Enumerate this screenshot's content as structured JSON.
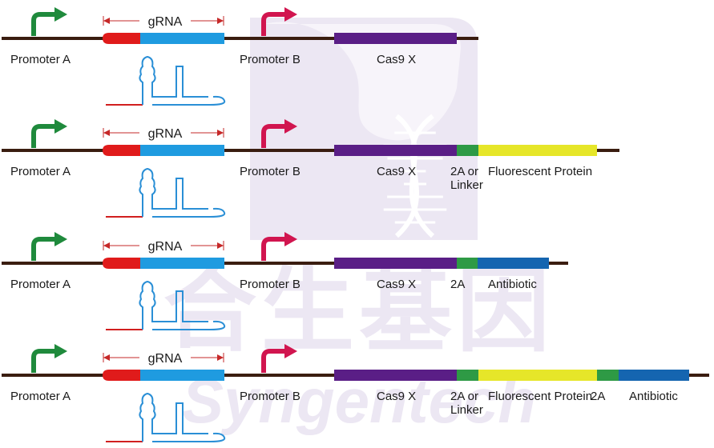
{
  "colors": {
    "backbone": "#3a1d10",
    "promoter_a_arrow": "#1f8a3c",
    "promoter_b_arrow": "#d1154f",
    "grna_spacer": "#e01b1b",
    "grna_scaffold": "#1f9be0",
    "grna_dimension": "#c62828",
    "cas9": "#5a1e86",
    "linker_2a": "#2e9a45",
    "fluorescent": "#e6e629",
    "antibiotic": "#1565b0",
    "structure_line": "#2a8fd6",
    "structure_tail": "#d11f1f",
    "watermark": "#ece7f3"
  },
  "watermark": {
    "chinese": "合生基因",
    "latin": "Syngentech"
  },
  "constructs": [
    {
      "grna_label": "gRNA",
      "promoter_a_label": "Promoter A",
      "promoter_b_label": "Promoter B",
      "segments": [
        {
          "type": "cas9",
          "label": "Cas9 X"
        }
      ]
    },
    {
      "grna_label": "gRNA",
      "promoter_a_label": "Promoter A",
      "promoter_b_label": "Promoter B",
      "segments": [
        {
          "type": "cas9",
          "label": "Cas9 X"
        },
        {
          "type": "linker_2a",
          "label": "2A or\nLinker"
        },
        {
          "type": "fluorescent",
          "label": "Fluorescent Protein"
        }
      ]
    },
    {
      "grna_label": "gRNA",
      "promoter_a_label": "Promoter A",
      "promoter_b_label": "Promoter B",
      "segments": [
        {
          "type": "cas9",
          "label": "Cas9 X"
        },
        {
          "type": "linker_2a",
          "label": "2A"
        },
        {
          "type": "antibiotic",
          "label": "Antibiotic"
        }
      ]
    },
    {
      "grna_label": "gRNA",
      "promoter_a_label": "Promoter A",
      "promoter_b_label": "Promoter B",
      "segments": [
        {
          "type": "cas9",
          "label": "Cas9 X"
        },
        {
          "type": "linker_2a",
          "label": "2A or\nLinker"
        },
        {
          "type": "fluorescent",
          "label": "Fluorescent Protein"
        },
        {
          "type": "linker_2a",
          "label": "2A"
        },
        {
          "type": "antibiotic",
          "label": "Antibiotic"
        }
      ]
    }
  ]
}
